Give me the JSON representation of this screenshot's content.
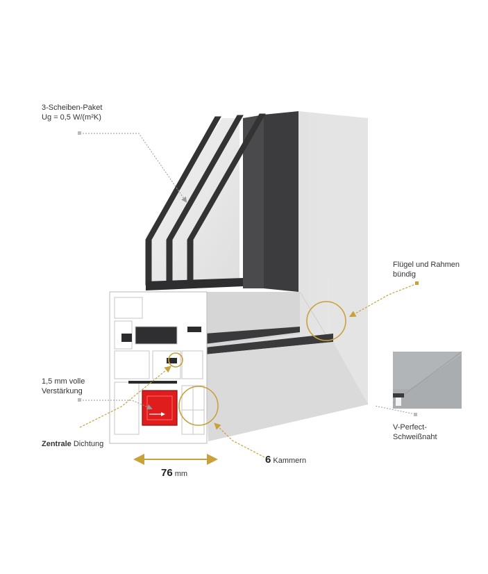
{
  "labels": {
    "glass_line1": "3-Scheiben-Paket",
    "glass_line2": "Ug = 0,5 W/(m²K)",
    "flush_line1": "Flügel und Rahmen",
    "flush_line2": "bündig",
    "reinf_line1": "1,5 mm volle",
    "reinf_line2": "Verstärkung",
    "seal_bold": "Zentrale",
    "seal_rest": " Dichtung",
    "weld_line1": "V-Perfect-",
    "weld_line2": "Schweißnaht",
    "depth_value": "76",
    "depth_unit": " mm",
    "chambers_value": "6",
    "chambers_unit": " Kammern"
  },
  "colors": {
    "accent": "#c9a13a",
    "leader": "#aaaaaa",
    "frame_face": "#dcdcdc",
    "frame_side": "#e6e6e6",
    "glass_dark": "#3c3c3e",
    "steel_red": "#e01d1d"
  }
}
